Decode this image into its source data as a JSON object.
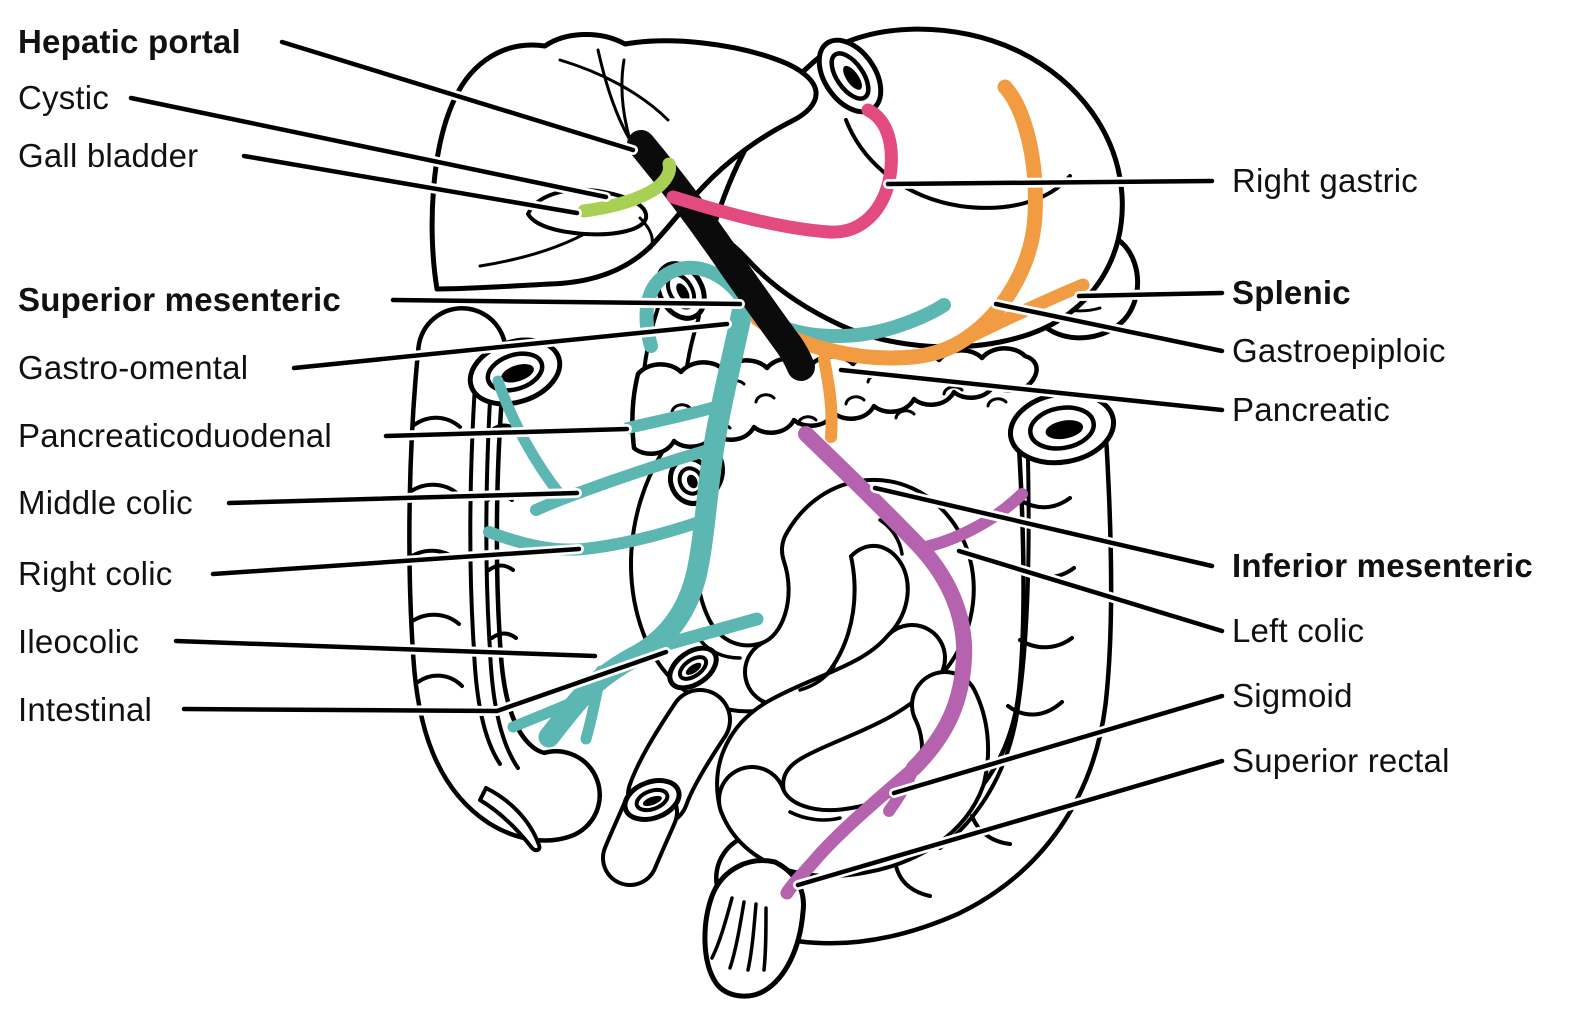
{
  "colors": {
    "background": "#ffffff",
    "outline": "#000000",
    "label_text": "#111111",
    "hepatic_portal_vein": "#0b0b0b",
    "cystic_vein": "#a8d054",
    "right_gastric_vein": "#e34a80",
    "splenic_veins": "#f19c42",
    "superior_mesenteric_veins": "#5cb7b2",
    "inferior_mesenteric_veins": "#b563ae"
  },
  "labels": {
    "left": [
      {
        "text": "Hepatic portal",
        "bold": true
      },
      {
        "text": "Cystic",
        "bold": false
      },
      {
        "text": "Gall bladder",
        "bold": false
      },
      {
        "text": "Superior mesenteric",
        "bold": true
      },
      {
        "text": "Gastro-omental",
        "bold": false
      },
      {
        "text": "Pancreaticoduodenal",
        "bold": false
      },
      {
        "text": "Middle colic",
        "bold": false
      },
      {
        "text": "Right colic",
        "bold": false
      },
      {
        "text": "Ileocolic",
        "bold": false
      },
      {
        "text": "Intestinal",
        "bold": false
      }
    ],
    "right": [
      {
        "text": "Right gastric",
        "bold": false
      },
      {
        "text": "Splenic",
        "bold": true
      },
      {
        "text": "Gastroepiploic",
        "bold": false
      },
      {
        "text": "Pancreatic",
        "bold": false
      },
      {
        "text": "Inferior mesenteric",
        "bold": true
      },
      {
        "text": "Left colic",
        "bold": false
      },
      {
        "text": "Sigmoid",
        "bold": false
      },
      {
        "text": "Superior rectal",
        "bold": false
      }
    ]
  }
}
